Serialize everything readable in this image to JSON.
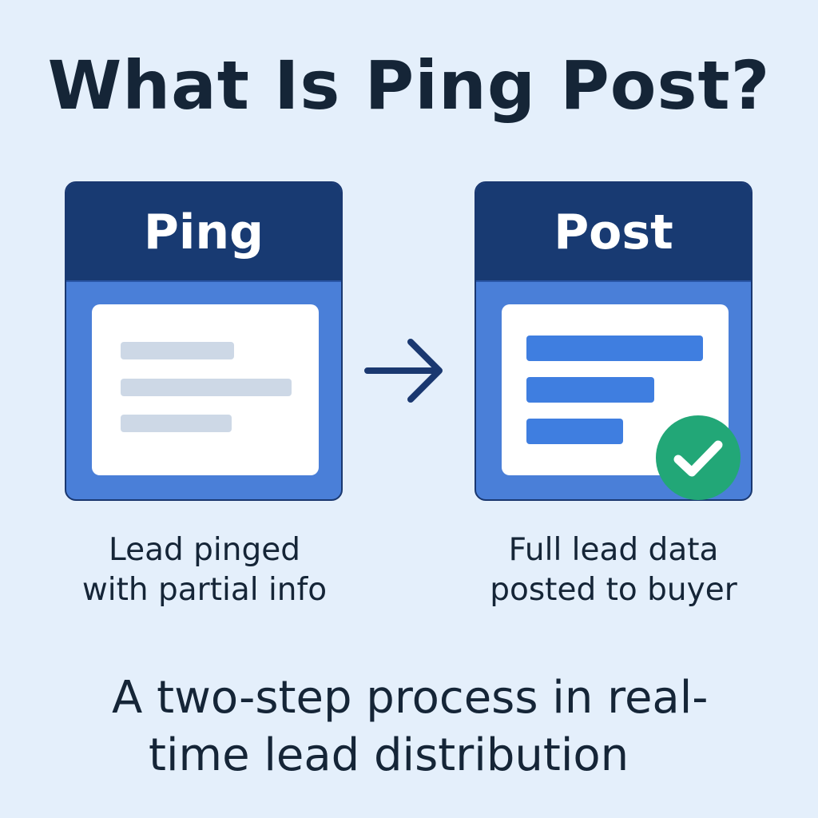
{
  "title": "What Is Ping Post?",
  "steps": [
    {
      "header": "Ping",
      "caption_line1": "Lead pinged",
      "caption_line2": "with partial info"
    },
    {
      "header": "Post",
      "caption_line1": "Full lead data",
      "caption_line2": "posted to buyer"
    }
  ],
  "subtitle_line1": "A two-step process in real-",
  "subtitle_line2": "time lead distribution",
  "icons": {
    "arrow": "arrow-right-icon",
    "check": "check-circle-icon"
  },
  "colors": {
    "background": "#e4effb",
    "card_header": "#183a72",
    "card_body": "#4a7fd8",
    "partial_bar": "#cdd8e6",
    "full_bar": "#3f7ee0",
    "check_badge": "#22a777"
  }
}
